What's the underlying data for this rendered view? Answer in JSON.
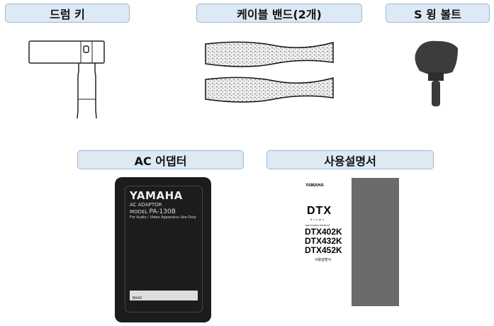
{
  "items": [
    {
      "label": "드럼 키",
      "icon": "drum-key"
    },
    {
      "label": "케이블 밴드(2개)",
      "icon": "cable-band"
    },
    {
      "label": "S 윙 볼트",
      "icon": "wing-bolt"
    },
    {
      "label": "AC 어댑터",
      "icon": "ac-adaptor"
    },
    {
      "label": "사용설명서",
      "icon": "owners-manual"
    }
  ],
  "adapter": {
    "brand": "YAMAHA",
    "type": "AC ADAPTOR",
    "model_label": "MODEL",
    "model": "PA-130B",
    "note": "For Audio / Video Apparatus Use Only",
    "barcode_text": "BAAC"
  },
  "manual": {
    "brand": "YAMAHA",
    "logo": "DTX",
    "logo_sub": "drums",
    "kit_label": "ELECTRONIC DRUM KIT",
    "models": [
      "DTX402K",
      "DTX432K",
      "DTX452K"
    ],
    "doc_title": "사용설명서"
  },
  "colors": {
    "label_bg": "#dde9f5",
    "label_border": "#9fb6cc"
  }
}
